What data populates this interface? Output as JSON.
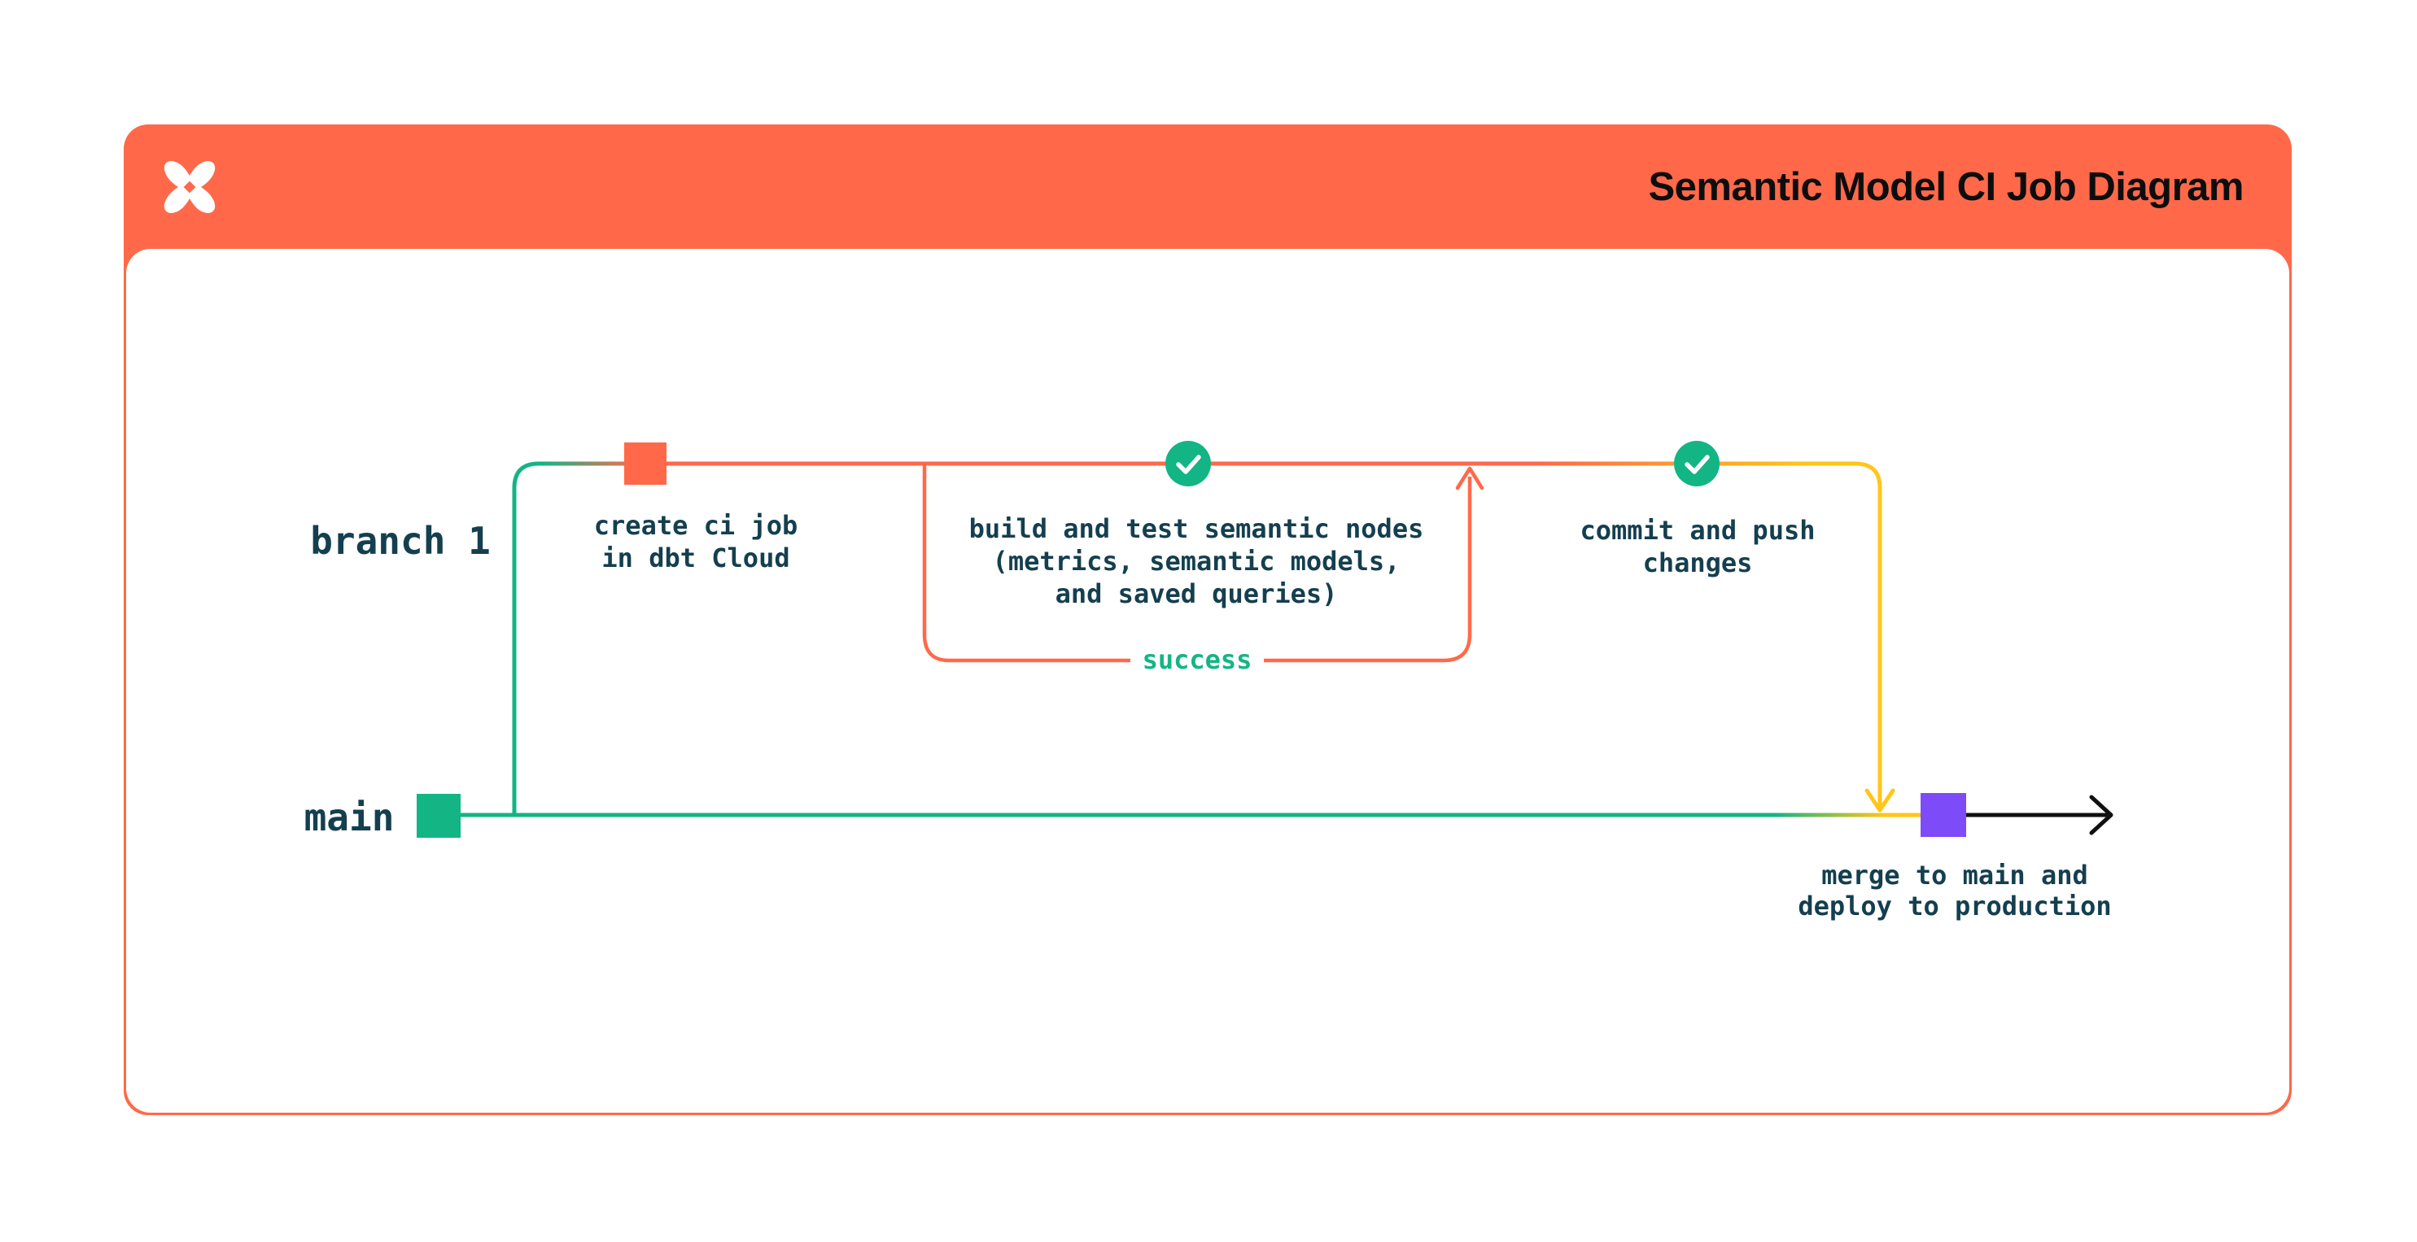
{
  "header": {
    "title": "Semantic Model CI Job Diagram",
    "logo_icon": "dbt-logo",
    "background": "#ff694a"
  },
  "branches": {
    "branch1": {
      "label": "branch 1"
    },
    "main": {
      "label": "main"
    }
  },
  "nodes": {
    "create_ci_job": {
      "label": "create ci job\nin dbt Cloud",
      "marker": "orange-square"
    },
    "build_test": {
      "label": "build and test semantic nodes\n(metrics, semantic models,\nand saved queries)",
      "marker": "check-circle"
    },
    "commit_push": {
      "label": "commit and push\nchanges",
      "marker": "check-circle"
    },
    "merge_deploy": {
      "label": "merge to main and\ndeploy to production",
      "marker": "purple-square"
    }
  },
  "edges": {
    "success_label": "success"
  },
  "colors": {
    "orange": "#ff694a",
    "green": "#12b583",
    "yellow": "#ffc61a",
    "purple": "#7d4cf8",
    "text_dark": "#143f4f",
    "title_text": "#0d0d0d",
    "background": "#ffffff"
  }
}
